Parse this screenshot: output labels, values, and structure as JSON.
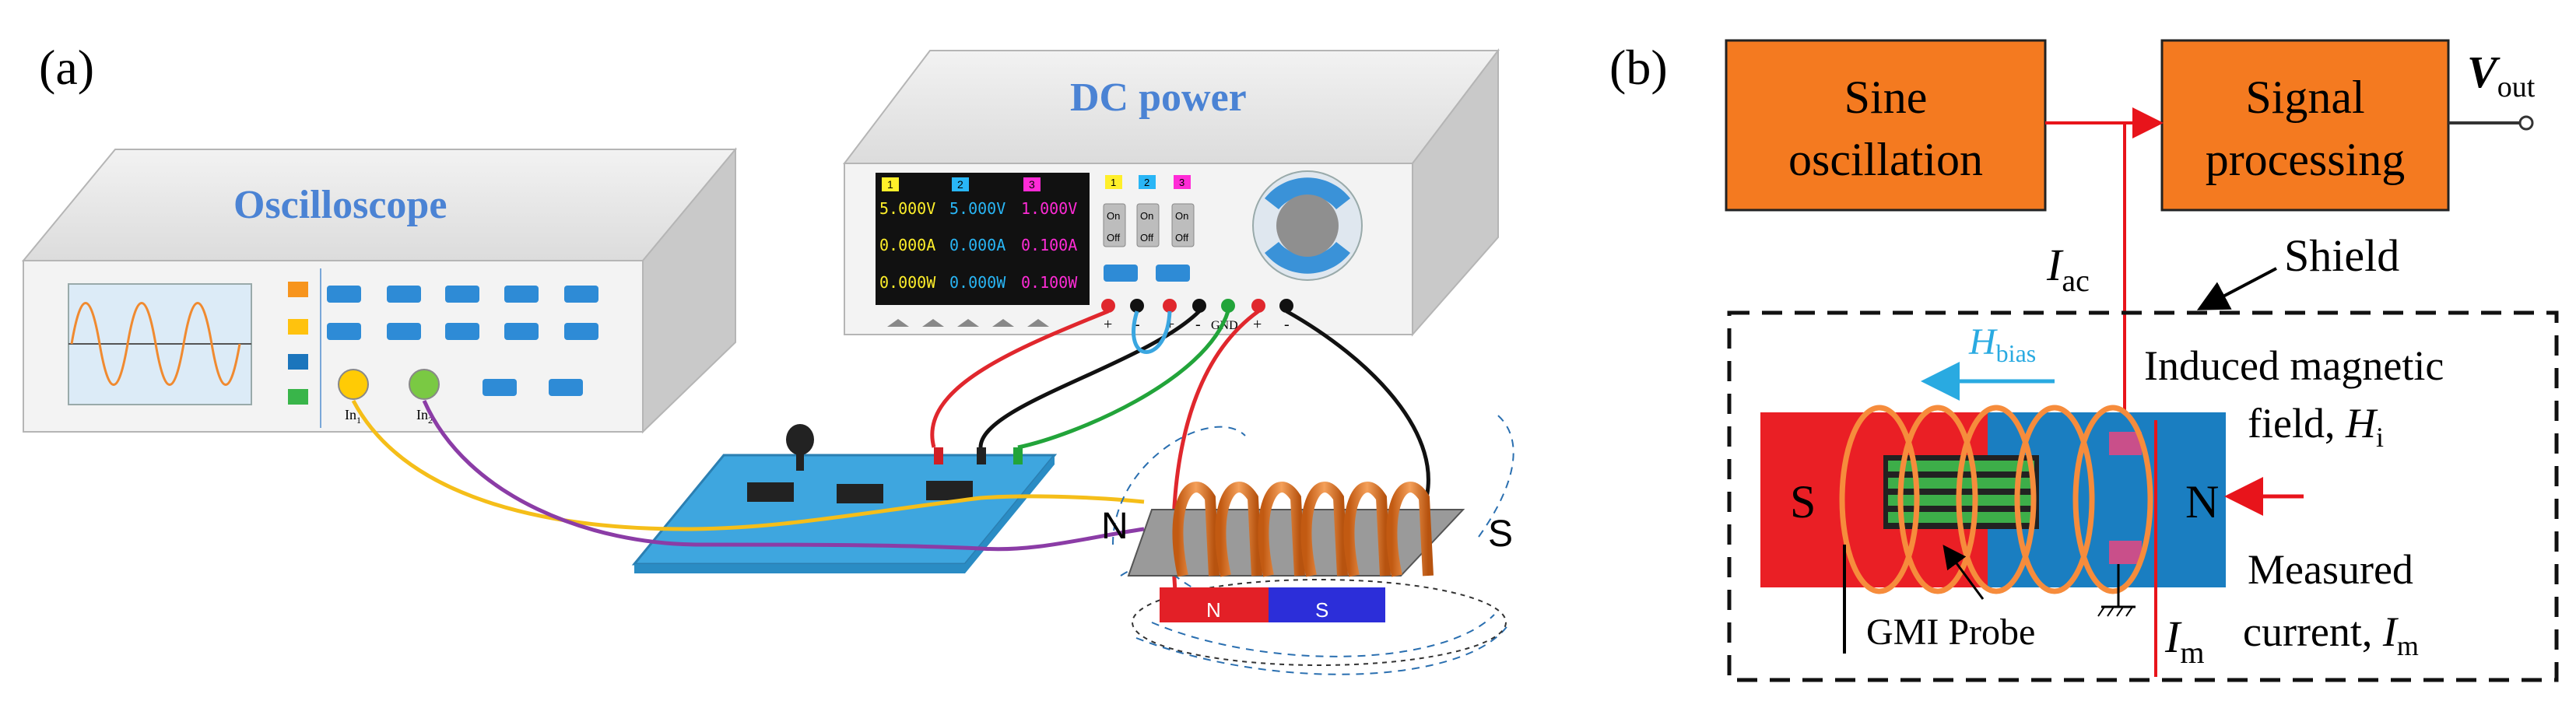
{
  "panel_a": {
    "label": "(a)",
    "oscilloscope": {
      "title": "Oscilloscope",
      "input1": "In",
      "input1_sub": "1",
      "input2": "In",
      "input2_sub": "2"
    },
    "dc_power": {
      "title": "DC power",
      "channels": [
        "1",
        "2",
        "3"
      ],
      "channel_colors": [
        "#ffef2a",
        "#29b6f6",
        "#ff2bd6"
      ],
      "voltages": [
        "5.000V",
        "5.000V",
        "1.000V"
      ],
      "currents": [
        "0.000A",
        "0.000A",
        "0.100A"
      ],
      "powers": [
        "0.000W",
        "0.000W",
        "0.100W"
      ],
      "switch_on": "On",
      "switch_off": "Off",
      "terminal_labels": [
        "+",
        "-",
        "+",
        "-",
        "GND",
        "+",
        "-"
      ]
    },
    "magnet_labels": {
      "bar_n": "N",
      "bar_s": "S",
      "rod_n": "N",
      "rod_s": "S"
    }
  },
  "panel_b": {
    "label": "(b)",
    "sine_block": [
      "Sine",
      "oscillation"
    ],
    "signal_block": [
      "Signal",
      "processing"
    ],
    "vout": "V",
    "vout_sub": "out",
    "iac": "I",
    "iac_sub": "ac",
    "shield": "Shield",
    "hbias": "H",
    "hbias_sub": "bias",
    "induced": [
      "Induced magnetic",
      "field, "
    ],
    "induced_sym": "H",
    "induced_sub": "i",
    "pole_s": "S",
    "pole_n": "N",
    "gmi_probe": "GMI Probe",
    "im": "I",
    "im_sub": "m",
    "measured": [
      "Measured",
      "current, "
    ],
    "measured_sym": "I",
    "measured_sub": "m",
    "colors": {
      "block_fill": "#f47a20",
      "wire": "#e8141b",
      "coil": "#f68c3c",
      "magnet_red": "#ea1f25",
      "magnet_blue": "#1a7ec1",
      "gmi_green": "#3dae49",
      "hbias_cyan": "#29aae1"
    }
  }
}
